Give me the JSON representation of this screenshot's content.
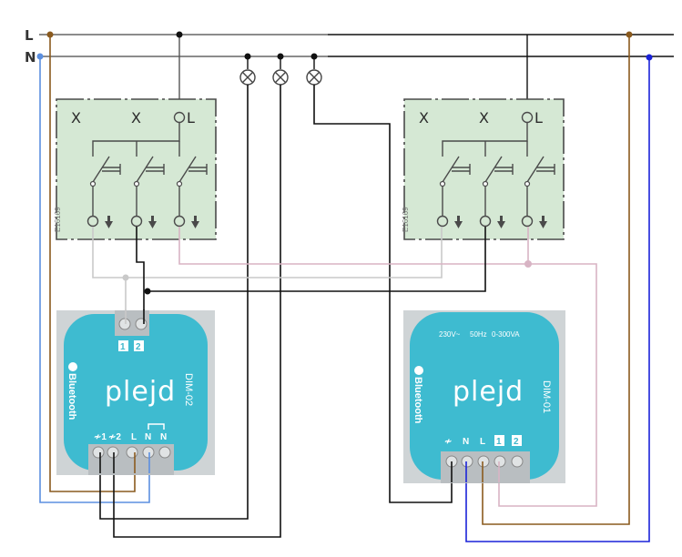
{
  "rails": {
    "line_label": "L",
    "neutral_label": "N"
  },
  "colors": {
    "rail": "#555555",
    "black_wire": "#111111",
    "brown_wire": "#8a5a1e",
    "blue_wire_left": "#5b8fe0",
    "blue_wire_right": "#1a22d8",
    "gray_wire": "#c9c9c9",
    "pink_wire": "#d8b4c4",
    "switch_fill": "#d5e8d4",
    "switch_stroke": "#4a4a4a",
    "device_body": "#3ebbd0",
    "device_frame": "#c9cfd2"
  },
  "lamps": {
    "count": 3,
    "symbol": "lamp-x"
  },
  "switch_left": {
    "terminal_labels": [
      "X",
      "X",
      "L"
    ],
    "code": "E16169",
    "outputs": 3
  },
  "switch_right": {
    "terminal_labels": [
      "X",
      "X",
      "L"
    ],
    "code": "E16169",
    "outputs": 3
  },
  "device_left": {
    "brand": "plejd",
    "model": "DIM-02",
    "bluetooth": "Bluetooth",
    "top_terminals": [
      "1",
      "2"
    ],
    "bottom_terminals": [
      "≁1",
      "≁2",
      "L",
      "N",
      "N"
    ]
  },
  "device_right": {
    "brand": "plejd",
    "model": "DIM-01",
    "bluetooth": "Bluetooth",
    "specs": [
      "230V~",
      "50Hz",
      "0-300VA"
    ],
    "bottom_terminals": [
      "≁",
      "N",
      "L",
      "1",
      "2"
    ]
  }
}
